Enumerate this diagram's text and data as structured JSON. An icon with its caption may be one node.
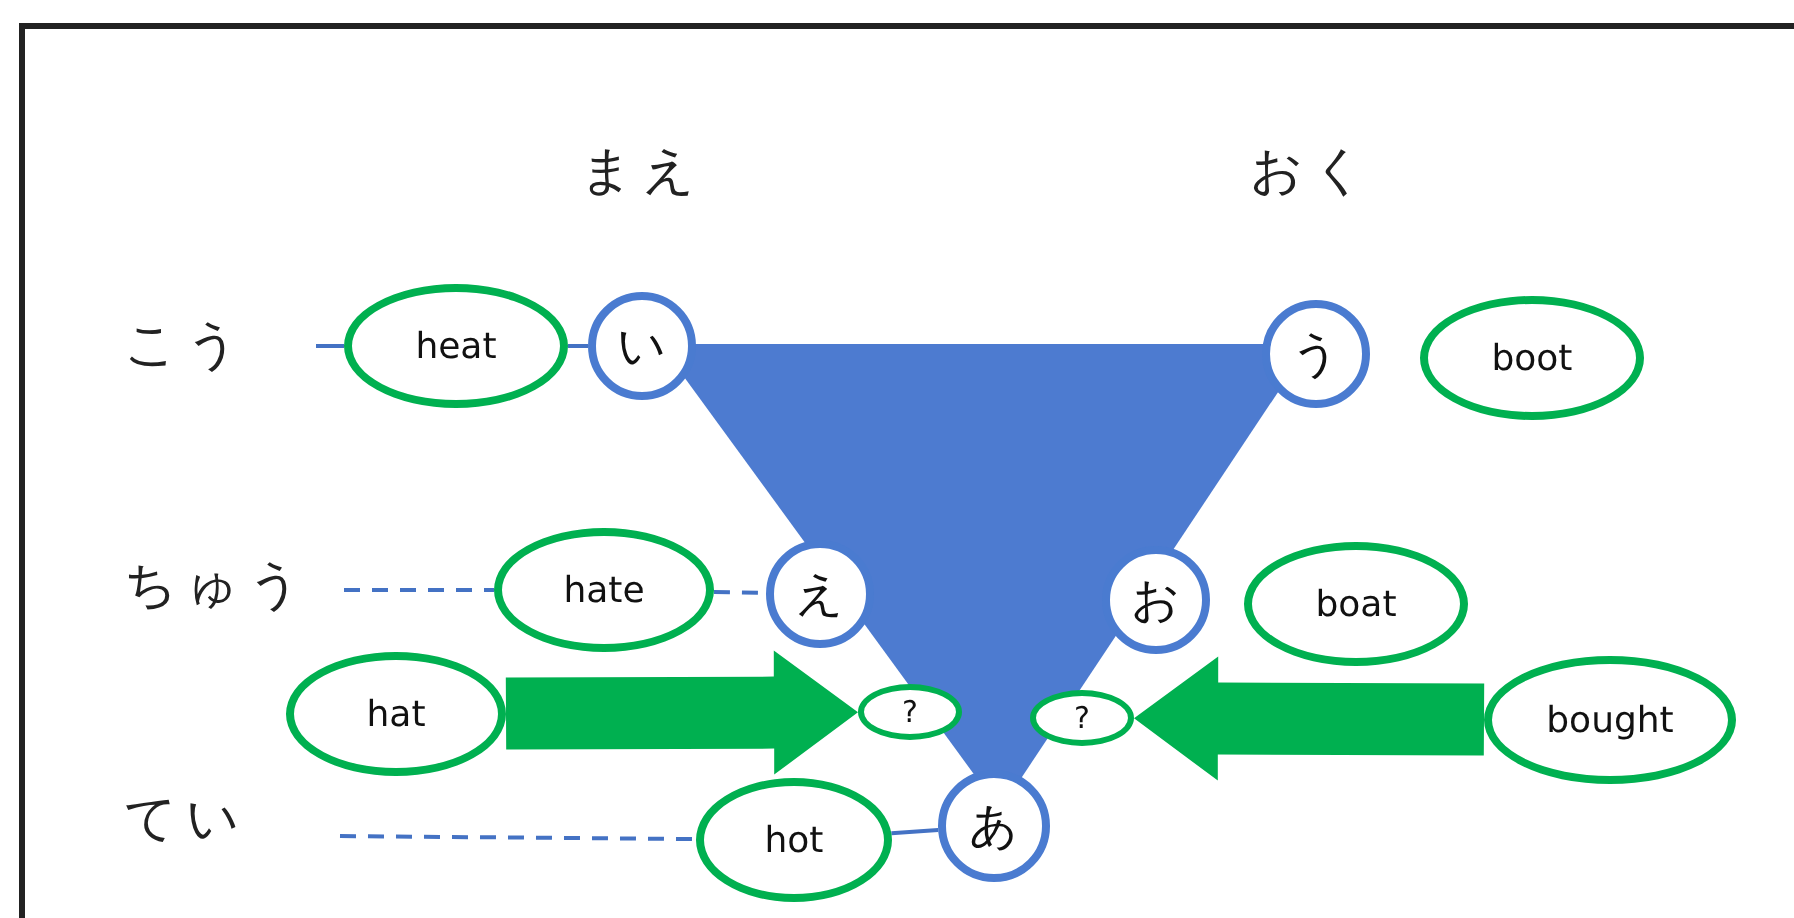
{
  "diagram": {
    "nodes": [
      {
        "text": [
          "い"
        ]
      },
      {
        "text": [
          "う"
        ]
      },
      {
        "text": [
          "え"
        ]
      },
      {
        "text": [
          "お"
        ]
      },
      {
        "text": [
          "あ"
        ]
      },
      {
        "text": [
          "heat"
        ]
      },
      {
        "text": [
          "boot"
        ]
      },
      {
        "text": [
          "hate"
        ]
      },
      {
        "text": [
          "boat"
        ]
      },
      {
        "text": [
          "hat"
        ]
      },
      {
        "text": [
          "?"
        ]
      },
      {
        "text": [
          "?"
        ]
      },
      {
        "text": [
          "bought"
        ]
      },
      {
        "text": [
          "hot"
        ]
      }
    ],
    "edges": [
      {
        "from": null,
        "to": 5,
        "arrow": "none"
      },
      {
        "from": 5,
        "to": 0,
        "arrow": "none"
      },
      {
        "from": null,
        "to": 7,
        "arrow": "none",
        "style": "dashed"
      },
      {
        "from": 7,
        "to": 2,
        "arrow": "none",
        "style": "dashed"
      },
      {
        "from": null,
        "to": 13,
        "arrow": "none",
        "style": "dashed"
      },
      {
        "from": 13,
        "to": 4,
        "arrow": "none"
      },
      {
        "from": 9,
        "to": 10,
        "arrow": "to",
        "style": "thick",
        "color": "#00b050"
      },
      {
        "from": 12,
        "to": 11,
        "arrow": "to",
        "style": "thick",
        "color": "#00b050"
      }
    ],
    "labels": [
      "まえ",
      "おく",
      "こう",
      "ちゅう",
      "てい"
    ]
  }
}
